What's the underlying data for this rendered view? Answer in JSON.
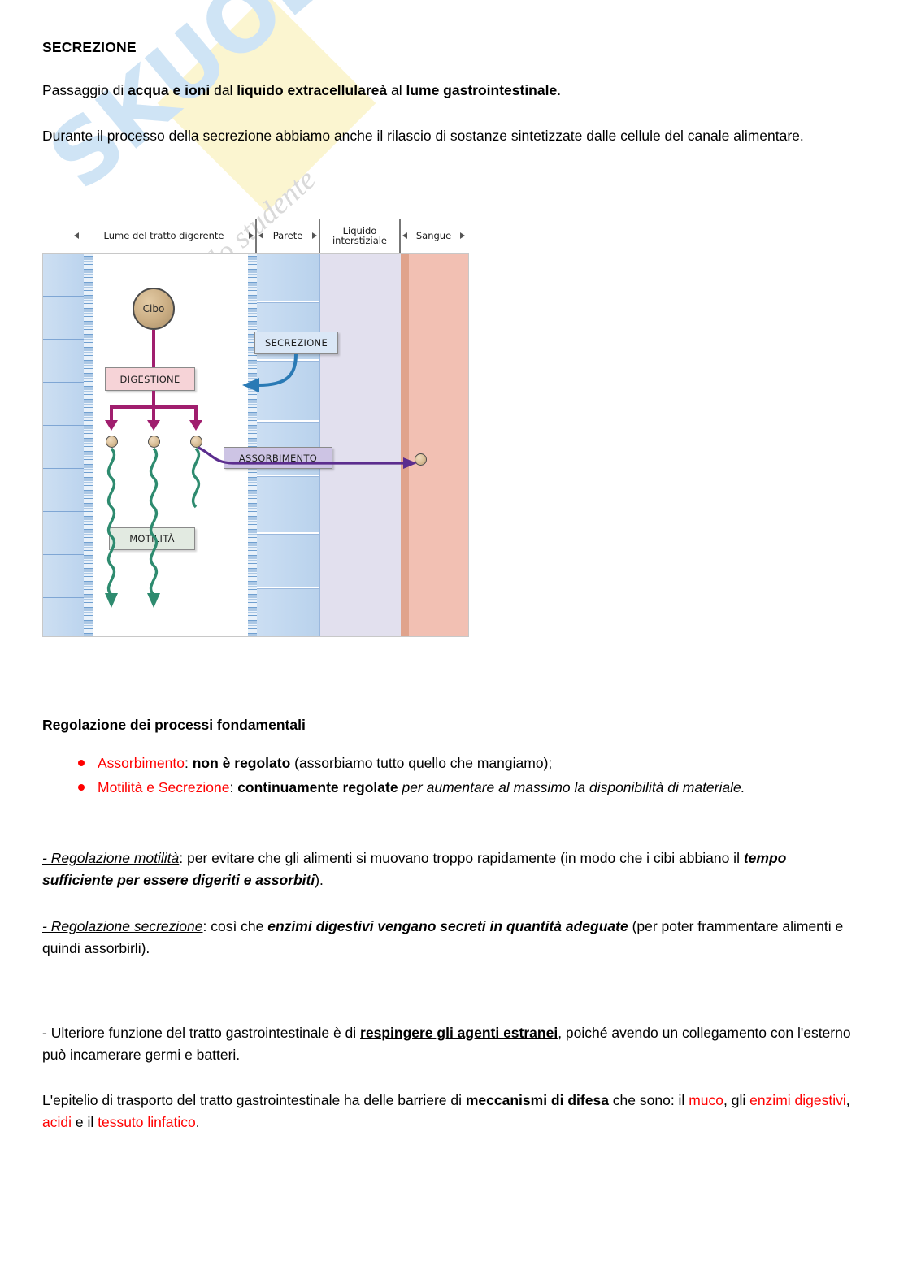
{
  "watermark": {
    "brand": "SKUOLA.net",
    "tagline": "il paradiso dello studente"
  },
  "document": {
    "title": "SECREZIONE",
    "paragraph1": {
      "seg1": "Passaggio di ",
      "seg2_bold": "acqua e ioni",
      "seg3": " dal ",
      "seg4_bold": "liquido extracellulareà",
      "seg5": " al ",
      "seg6_bold": "lume gastrointestinale",
      "seg7": "."
    },
    "paragraph2": "Durante il processo della secrezione abbiamo anche il rilascio di sostanze sintetizzate dalle cellule del canale alimentare.",
    "section_heading": "Regolazione dei processi fondamentali",
    "bullets": [
      {
        "label": "Assorbimento",
        "colon": ": ",
        "bold": "non è regolato",
        "rest": " (assorbiamo tutto quello che mangiamo);"
      },
      {
        "label": "Motilità e Secrezione",
        "colon": ": ",
        "bold": "continuamente regolate",
        "italic": " per aumentare al massimo la   disponibilità di materiale."
      }
    ],
    "paragraph3": {
      "lead_underline_italic": "- Regolazione motilità",
      "mid": ": per evitare che gli alimenti si muovano troppo rapidamente (in modo che i cibi abbiano il ",
      "bold_italic": "tempo sufficiente per essere digeriti e assorbiti",
      "tail": ")."
    },
    "paragraph4": {
      "lead_underline_italic": "- Regolazione secrezione",
      "mid": ": così che ",
      "bold_italic": "enzimi digestivi vengano secreti in quantità adeguate",
      "tail": " (per poter frammentare alimenti e quindi assorbirli)."
    },
    "paragraph5": {
      "lead": "- Ulteriore funzione del tratto gastrointestinale è di ",
      "bold_underline": "respingere gli agenti estranei",
      "tail": ", poiché avendo un collegamento con l'esterno può incamerare germi e batteri."
    },
    "paragraph6": {
      "seg1": "L'epitelio di trasporto del tratto gastrointestinale ha delle barriere di ",
      "seg2_bold": "meccanismi di difesa",
      "seg3": " che sono: il ",
      "seg4_red": "muco",
      "seg5": ", gli ",
      "seg6_red": "enzimi digestivi",
      "seg7": ", ",
      "seg8_red": "acidi",
      "seg9": " e il ",
      "seg10_red": "tessuto linfatico",
      "seg11": "."
    }
  },
  "figure": {
    "header_labels": [
      "Lume del tratto digerente",
      "Parete",
      "Liquido\ninterstiziale",
      "Sangue"
    ],
    "header_label_1": "Lume del tratto digerente",
    "header_label_2": "Parete",
    "header_label_3a": "Liquido",
    "header_label_3b": "interstiziale",
    "header_label_4": "Sangue",
    "food_label": "Cibo",
    "box_digestione": "DIGESTIONE",
    "box_secrezione": "SECREZIONE",
    "box_assorbimento": "ASSORBIMENTO",
    "box_motilita": "MOTILITÀ",
    "colors": {
      "digestione_box": "#f6d3d7",
      "secrezione_box": "#dae7f6",
      "assorbimento_box": "#cdc4e4",
      "motilita_box": "#e2eae1",
      "lumen": "#ffffff",
      "wall_cells": "#c2d7f0",
      "interstitial_fluid": "#e2e0ee",
      "blood": "#f2c0b3",
      "digestion_arrow": "#a01e6e",
      "secretion_arrow": "#2a7ab5",
      "absorption_arrow": "#5b2d8e",
      "motility_wave": "#2e8b6f"
    }
  }
}
